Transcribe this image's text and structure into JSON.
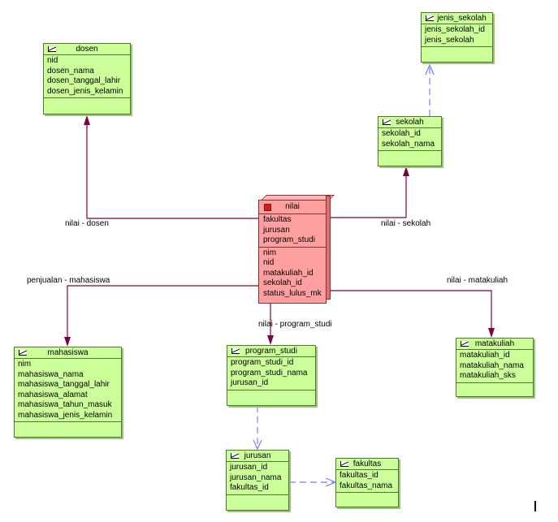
{
  "colors": {
    "entity_fill": "#ccff99",
    "entity_border": "#4d7a2e",
    "nilai_fill": "#ff9f9f",
    "relation_line": "#800040",
    "dependency_line": "#7b7bff"
  },
  "entities": {
    "dosen": {
      "name": "dosen",
      "attributes": [
        "nid",
        "dosen_nama",
        "dosen_tanggal_lahir",
        "dosen_jenis_kelamin"
      ]
    },
    "jenis_sekolah": {
      "name": "jenis_sekolah",
      "attributes": [
        "jenis_sekolah_id",
        "jenis_sekolah"
      ]
    },
    "sekolah": {
      "name": "sekolah",
      "attributes": [
        "sekolah_id",
        "sekolah_nama"
      ]
    },
    "mahasiswa": {
      "name": "mahasiswa",
      "attributes": [
        "nim",
        "mahasiswa_nama",
        "mahasiswa_tanggal_lahir",
        "mahasiswa_alamat",
        "mahasiswa_tahun_masuk",
        "mahasiswa_jenis_kelamin"
      ]
    },
    "program_studi": {
      "name": "program_studi",
      "attributes": [
        "program_studi_id",
        "program_studi_nama",
        "jurusan_id"
      ]
    },
    "matakuliah": {
      "name": "matakuliah",
      "attributes": [
        "matakuliah_id",
        "matakuliah_nama",
        "matakuliah_sks"
      ]
    },
    "jurusan": {
      "name": "jurusan",
      "attributes": [
        "jurusan_id",
        "jurusan_nama",
        "fakultas_id"
      ]
    },
    "fakultas": {
      "name": "fakultas",
      "attributes": [
        "fakultas_id",
        "fakultas_nama"
      ]
    },
    "nilai": {
      "name": "nilai",
      "attributes_top": [
        "fakultas",
        "jurusan",
        "program_studi"
      ],
      "attributes_keys": [
        "nim",
        "nid",
        "matakuliah_id",
        "sekolah_id",
        "status_lulus_mk"
      ]
    }
  },
  "relations": {
    "nilai_dosen": "nilai - dosen",
    "nilai_sekolah": "nilai - sekolah",
    "penjualan_mahasiswa": "penjualan - mahasiswa",
    "nilai_matakuliah": "nilai - matakuliah",
    "nilai_program_studi": "nilai - program_studi"
  }
}
